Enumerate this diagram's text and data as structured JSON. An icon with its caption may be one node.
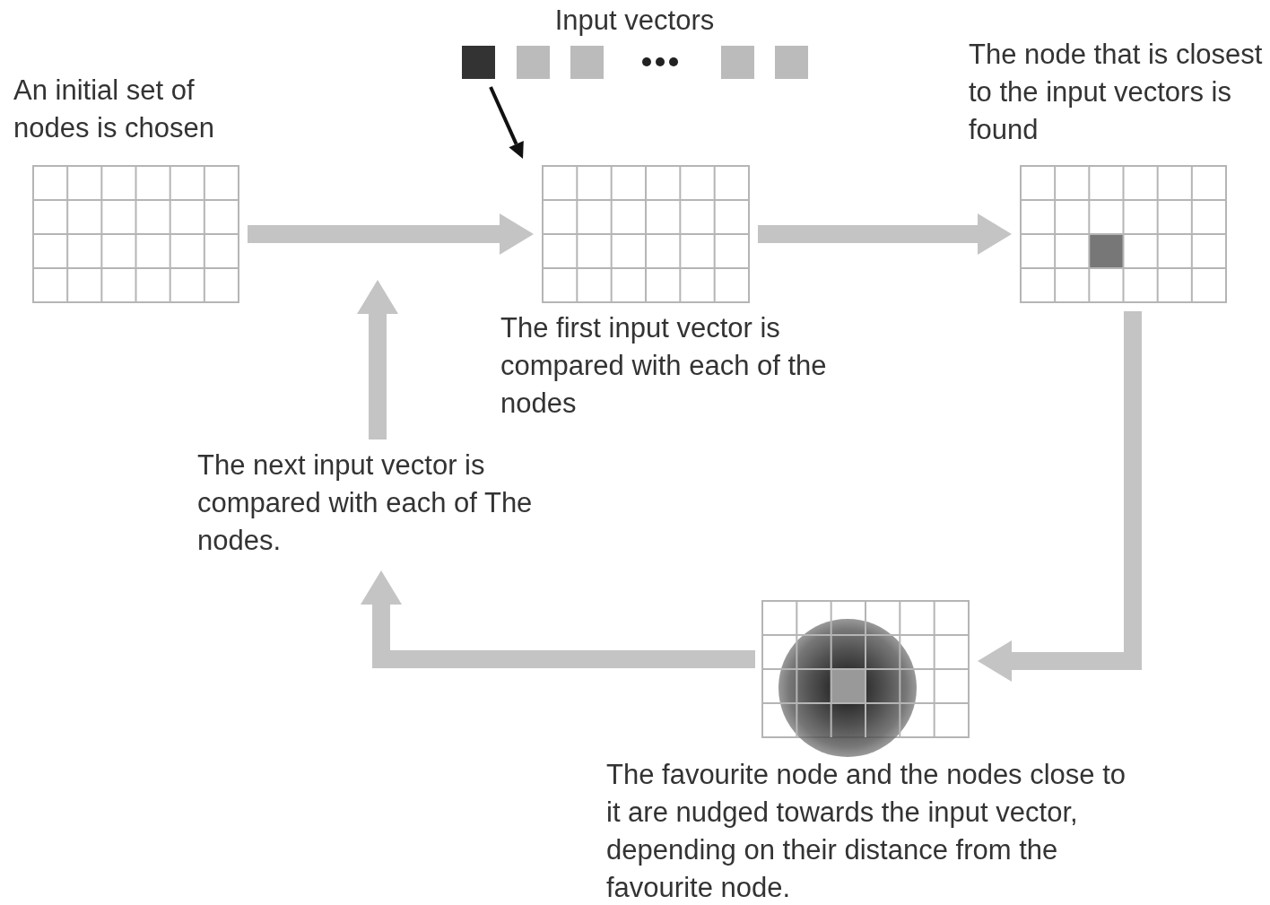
{
  "diagram": {
    "nodes": [
      {
        "text": [],
        "shape": "grid",
        "beside": [
          "An initial set of nodes is chosen"
        ]
      },
      {
        "text": [
          "Input vectors"
        ]
      },
      {
        "text": [],
        "shape": "grid",
        "beside": [
          "The first input vector is compared with each of the nodes"
        ]
      },
      {
        "text": [],
        "shape": "grid",
        "beside": [
          "The node that is closest to the input vectors is found"
        ]
      },
      {
        "text": [],
        "shape": "grid",
        "beside": [
          "The favourite node and the nodes close to it are nudged towards the input vector, depending on their distance from the favourite node."
        ]
      },
      {
        "text": [
          "The next input vector is compared with each of The nodes."
        ]
      }
    ],
    "edges": [
      {
        "from": 0,
        "to": 2,
        "arrow": "to"
      },
      {
        "from": 1,
        "to": 2,
        "arrow": "to",
        "color": "#111111"
      },
      {
        "from": 2,
        "to": 3,
        "arrow": "to"
      },
      {
        "from": 3,
        "to": 4,
        "arrow": "to"
      },
      {
        "from": 4,
        "to": 5,
        "arrow": "to"
      },
      {
        "from": 5,
        "to": null,
        "arrow": "to"
      }
    ]
  }
}
